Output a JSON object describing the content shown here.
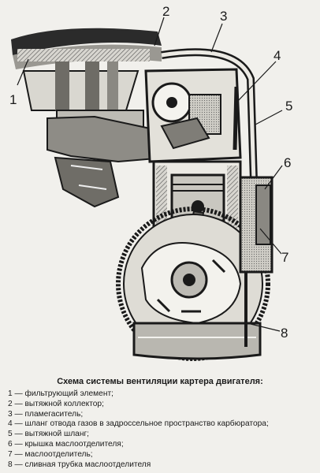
{
  "figure": {
    "callouts": [
      {
        "id": "1",
        "text": "1"
      },
      {
        "id": "2",
        "text": "2"
      },
      {
        "id": "3",
        "text": "3"
      },
      {
        "id": "4",
        "text": "4"
      },
      {
        "id": "5",
        "text": "5"
      },
      {
        "id": "6",
        "text": "6"
      },
      {
        "id": "7",
        "text": "7"
      },
      {
        "id": "8",
        "text": "8"
      }
    ]
  },
  "caption": {
    "title": "Схема системы вентиляции картера двигателя:",
    "items": [
      "1 — фильтрующий элемент;",
      "2 — вытяжной коллектор;",
      "3 — пламегаситель;",
      "4 — шланг отвода газов в задроссельное пространство карбюратора;",
      "5 — вытяжной шланг;",
      "6 — крышка маслоотделителя;",
      "7 — маслоотделитель;",
      "8 — сливная трубка маслоотделителя"
    ]
  },
  "colors": {
    "ink": "#1a1a1a",
    "paper": "#f1f0ec",
    "metal": "#c9c7c0",
    "dark": "#555555"
  }
}
